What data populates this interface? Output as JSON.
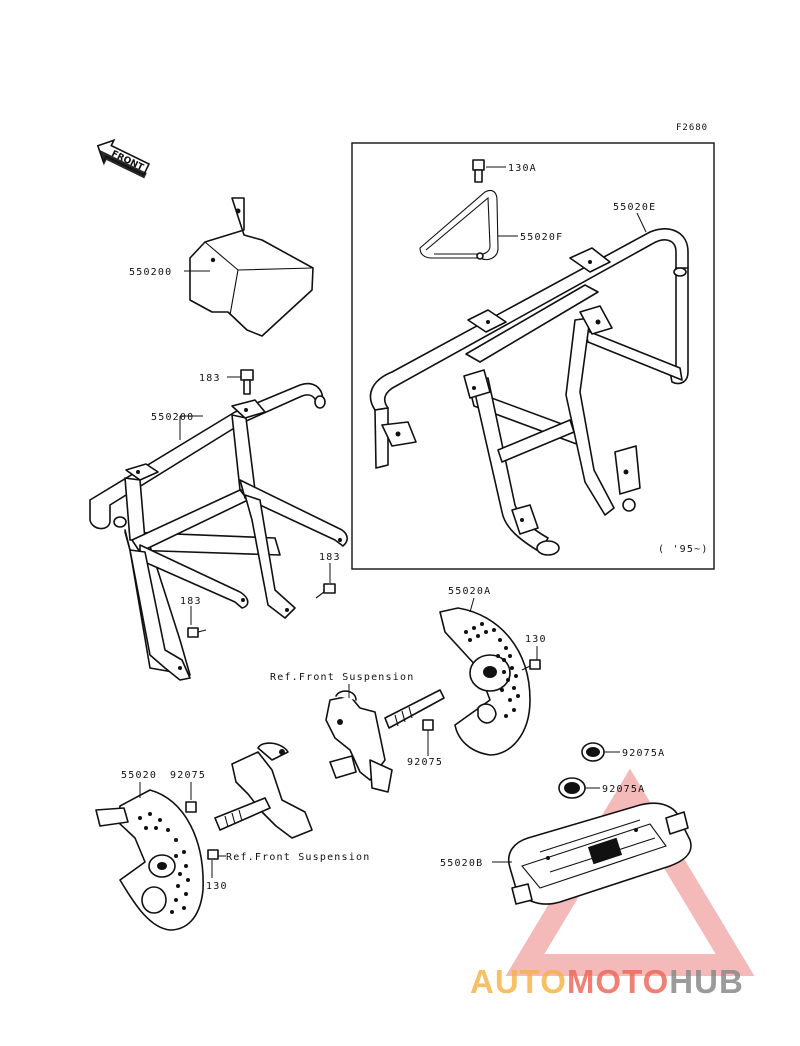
{
  "figure_code": "F2680",
  "front_arrow": {
    "label": "FRONT"
  },
  "callouts": {
    "c_550200_cover": "550200",
    "c_183_top": "183",
    "c_550200_guard": "550200",
    "c_183_right": "183",
    "c_183_left": "183",
    "c_130a_box": "130A",
    "c_55020f": "55020F",
    "c_55020e": "55020E",
    "c_year_note": "( '95~)",
    "c_55020a": "55020A",
    "c_130_right": "130",
    "c_ref_front_susp_1": "Ref.Front Suspension",
    "c_92075_mid": "92075",
    "c_92075a_1": "92075A",
    "c_92075a_2": "92075A",
    "c_55020b": "55020B",
    "c_55020": "55020",
    "c_92075_left": "92075",
    "c_ref_front_susp_2": "Ref.Front Suspension",
    "c_130_left": "130"
  },
  "watermark": {
    "part1": "AUTO",
    "part2": "MOTO",
    "part3": "HUB",
    "colors": {
      "auto": "#f6b44c",
      "moto": "#ef6a5c",
      "hub": "#8a8a8a",
      "triangle": "#f0a2a2"
    }
  }
}
